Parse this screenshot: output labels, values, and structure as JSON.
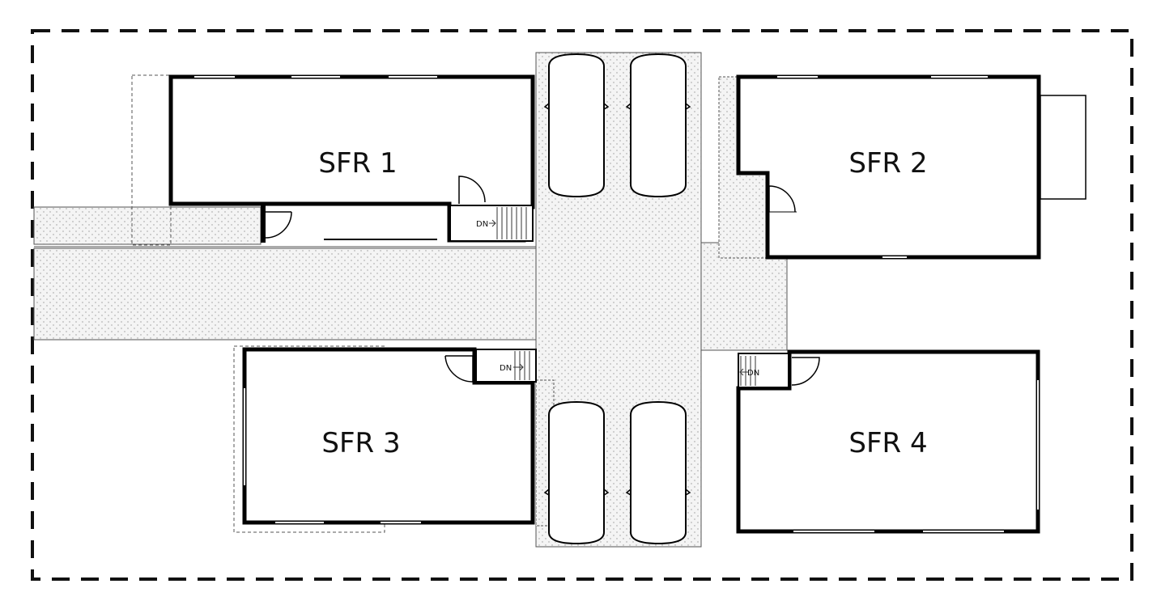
{
  "plan": {
    "units": [
      {
        "label": "SFR 1"
      },
      {
        "label": "SFR 2"
      },
      {
        "label": "SFR 3"
      },
      {
        "label": "SFR 4"
      }
    ],
    "stair_label": "DN",
    "colors": {
      "wall": "#000000",
      "paving_fill": "#f4f4f4",
      "paving_dot": "#9a9a9a",
      "thin_line": "#555555",
      "property_line": "#111111"
    }
  }
}
